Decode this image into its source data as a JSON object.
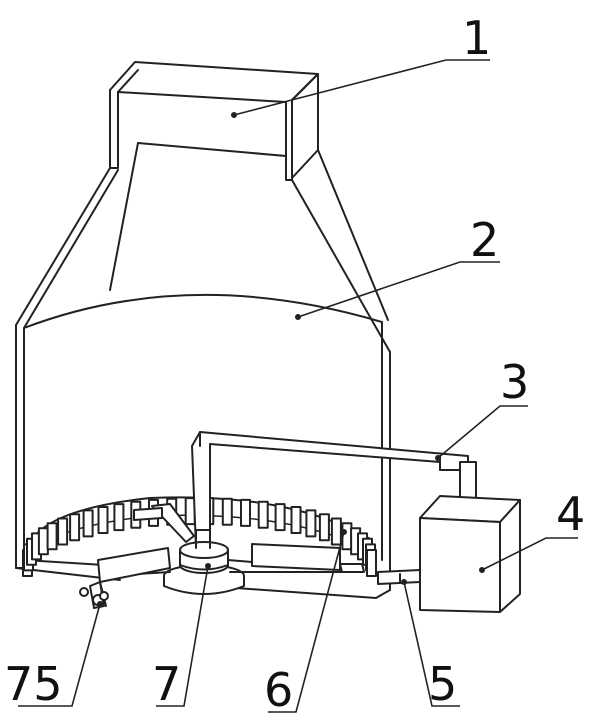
{
  "callouts": [
    {
      "id": "c1",
      "text": "1"
    },
    {
      "id": "c2",
      "text": "2"
    },
    {
      "id": "c3",
      "text": "3"
    },
    {
      "id": "c4",
      "text": "4"
    },
    {
      "id": "c75",
      "text": "75"
    },
    {
      "id": "c7",
      "text": "7"
    },
    {
      "id": "c6",
      "text": "6"
    },
    {
      "id": "c5",
      "text": "5"
    }
  ]
}
